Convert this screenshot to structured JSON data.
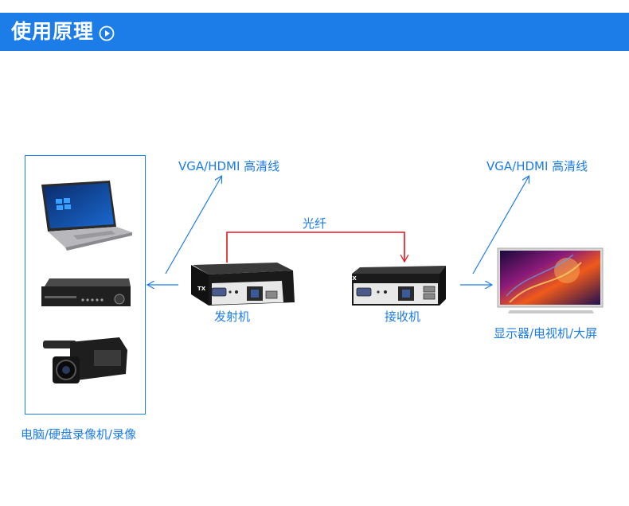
{
  "header": {
    "title": "使用原理",
    "icon": "play-circle-icon",
    "background": "#1c7ce8"
  },
  "labels": {
    "cable_left": "VGA/HDMI 高清线",
    "cable_right": "VGA/HDMI 高清线",
    "fiber": "光纤",
    "transmitter": "发射机",
    "receiver": "接收机",
    "display": "显示器/电视机/大屏",
    "sources": "电脑/硬盘录像机/录像"
  },
  "devices": {
    "transmitter_tag": "TX",
    "receiver_tag": "RX"
  },
  "colors": {
    "accent": "#1c7ce8",
    "fiber_line": "#e8141c",
    "device_body": "#1a1a1a",
    "device_face": "#e8e8e8"
  }
}
